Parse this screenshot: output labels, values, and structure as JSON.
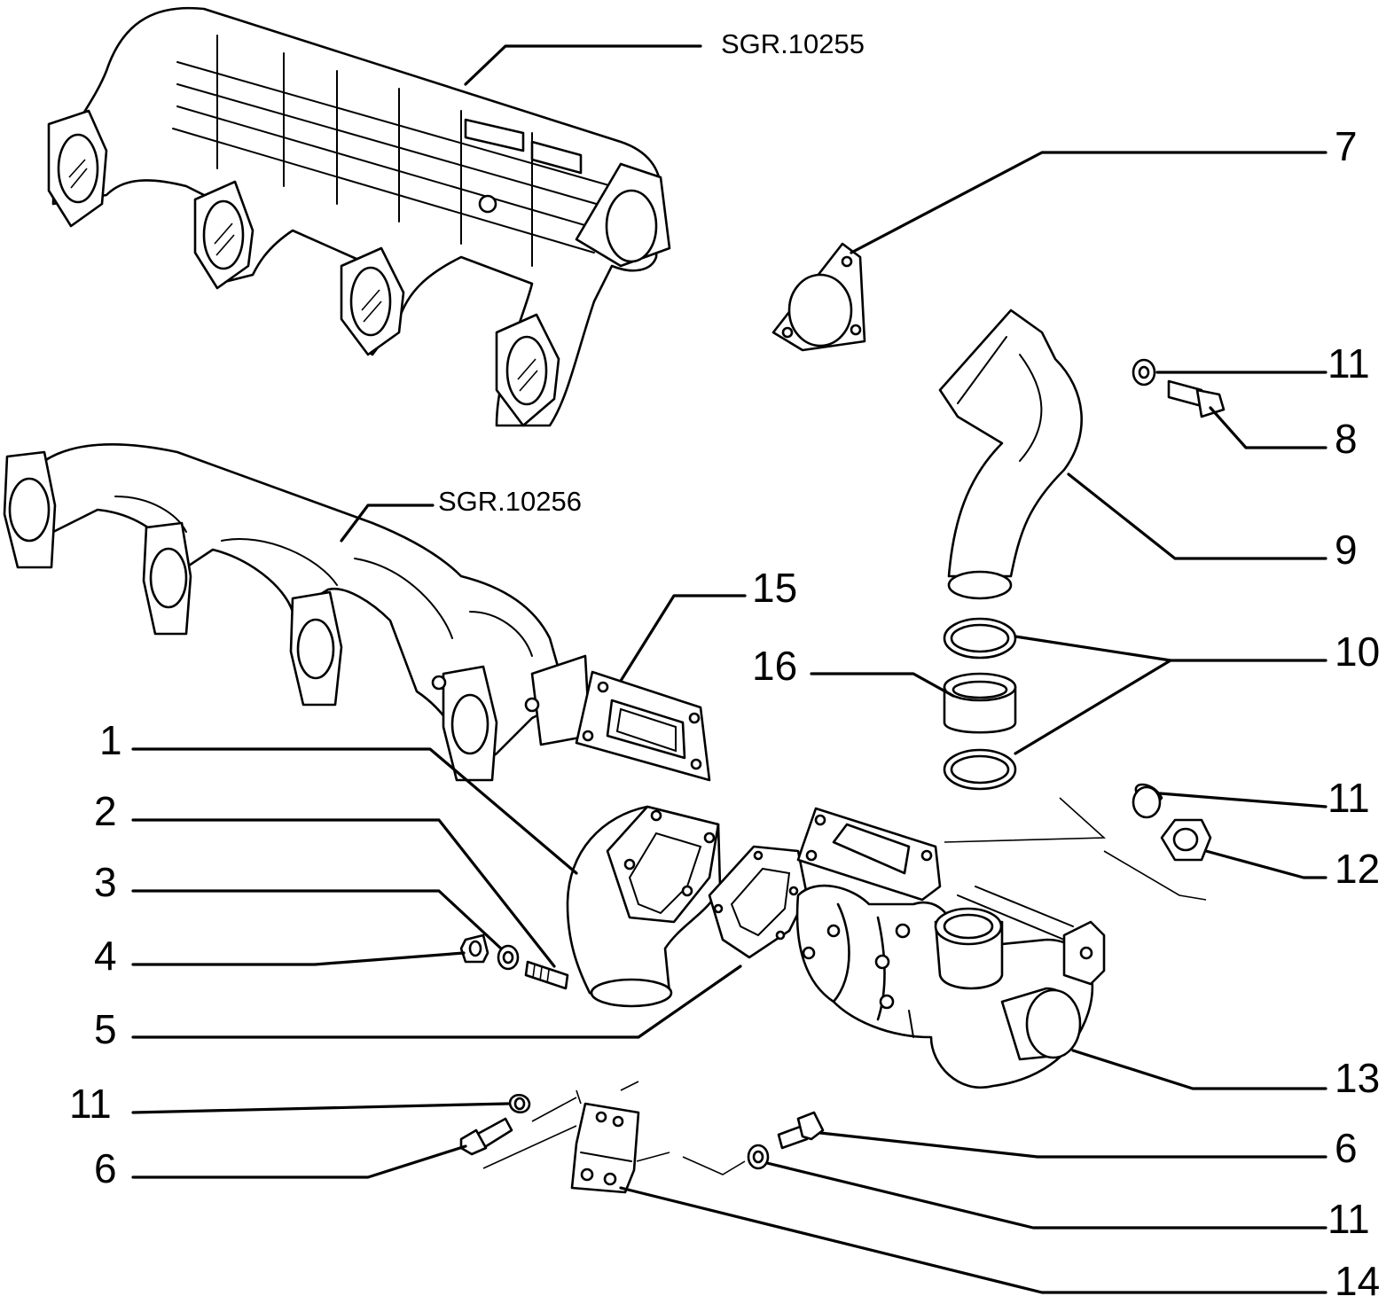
{
  "diagram": {
    "references": {
      "sgr_upper": "SGR.10255",
      "sgr_lower": "SGR.10256"
    },
    "callouts": {
      "c1": "1",
      "c2": "2",
      "c3": "3",
      "c4": "4",
      "c5": "5",
      "c6_left": "6",
      "c6_right": "6",
      "c7": "7",
      "c8": "8",
      "c9": "9",
      "c10": "10",
      "c11_top": "11",
      "c11_mid": "11",
      "c11_left": "11",
      "c11_bottom": "11",
      "c12": "12",
      "c13": "13",
      "c14": "14",
      "c15": "15",
      "c16": "16"
    }
  }
}
